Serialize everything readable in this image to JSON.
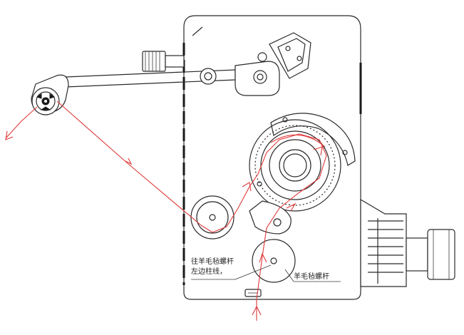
{
  "labels": {
    "left_line1": "往羊毛毡螺杆",
    "left_line2": "左边柱线，",
    "right": "羊毛毡螺杆"
  },
  "colors": {
    "wire": "#e03a3a",
    "ink": "#2a2a2a",
    "background": "#ffffff"
  }
}
